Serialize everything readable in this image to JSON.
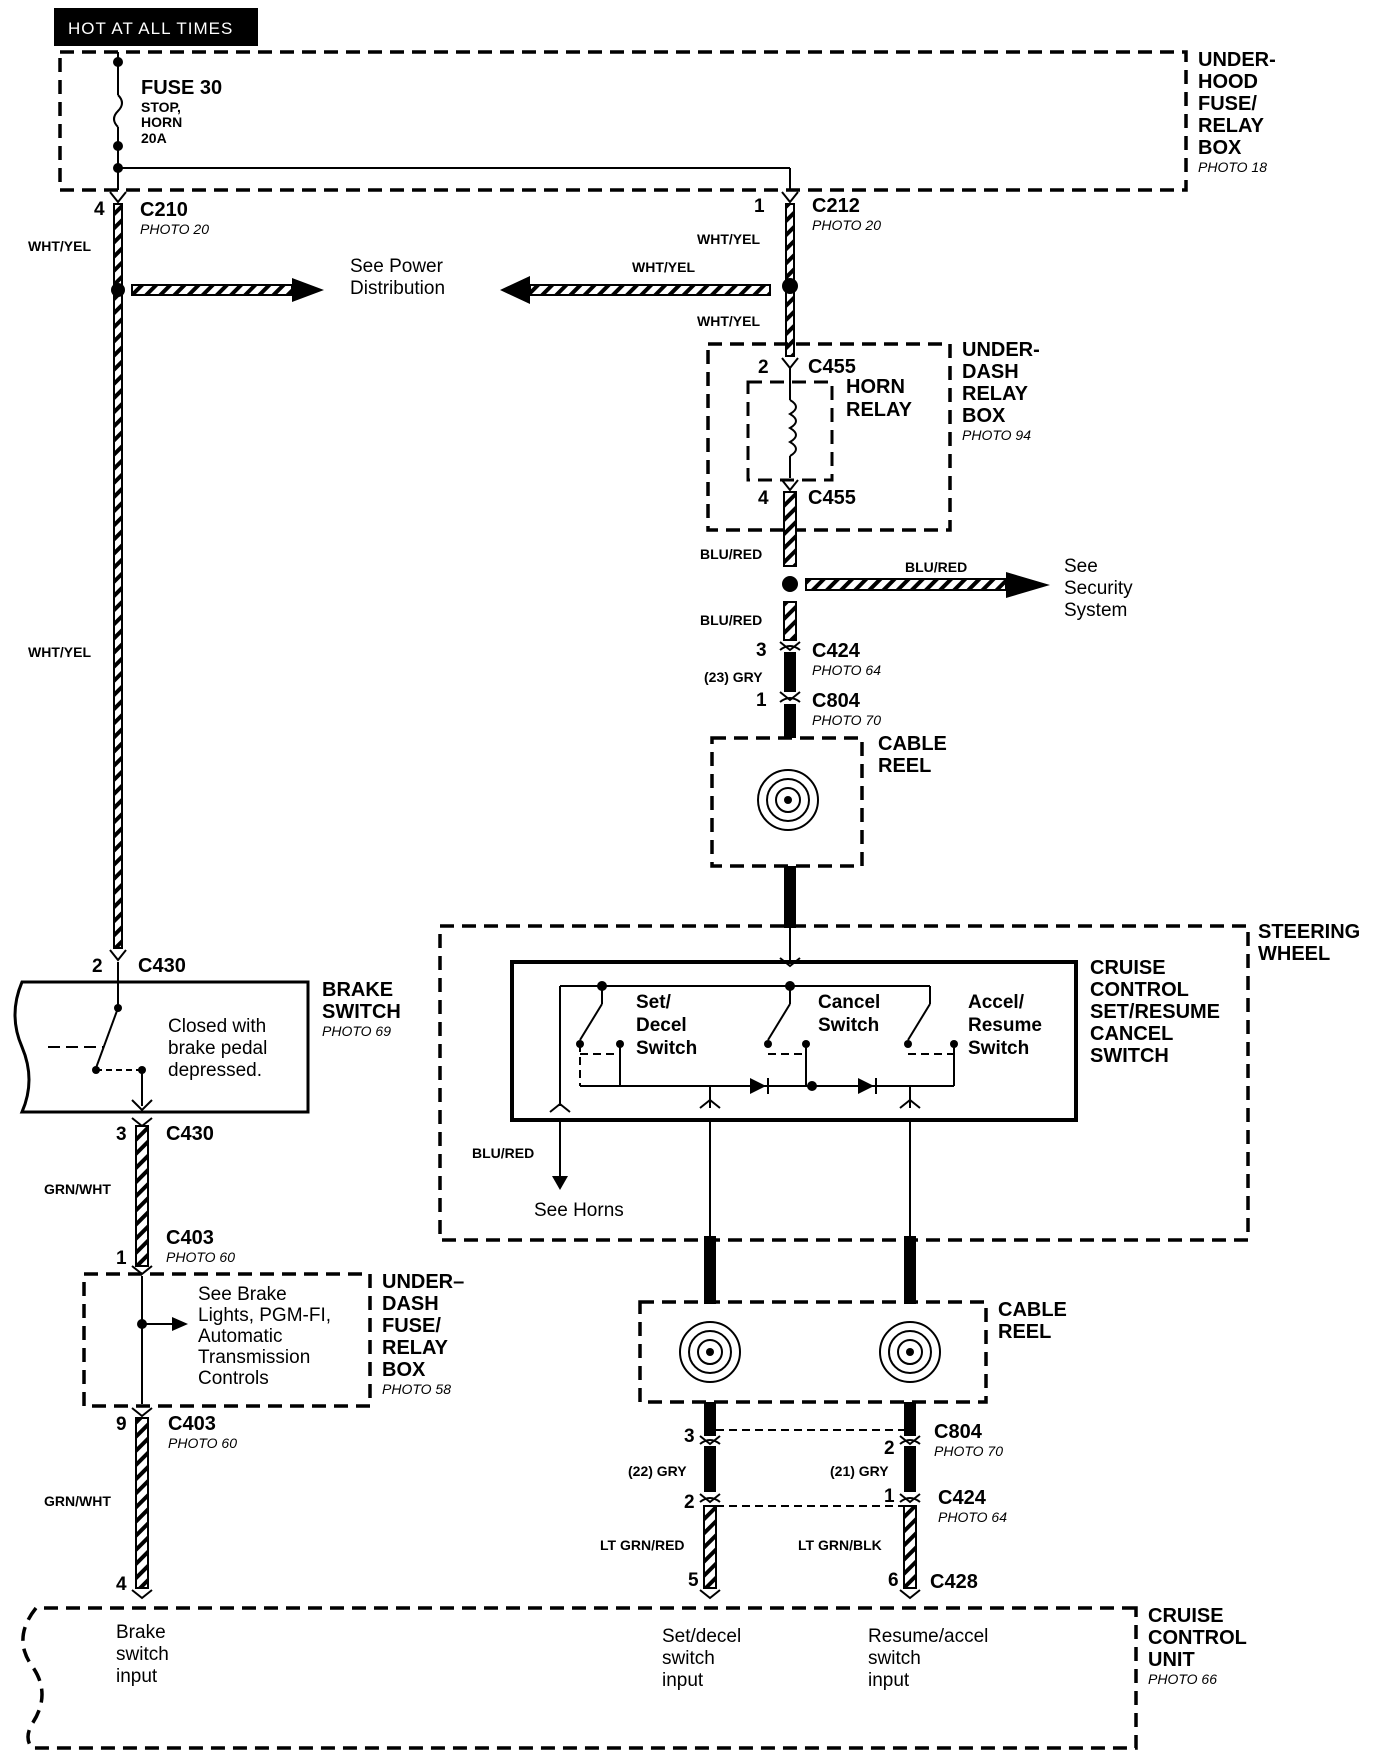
{
  "header": {
    "hot_label": "HOT AT ALL TIMES"
  },
  "fuse": {
    "name": "FUSE 30",
    "desc1": "STOP,",
    "desc2": "HORN",
    "rating": "20A"
  },
  "underhood_box": {
    "l1": "UNDER-",
    "l2": "HOOD",
    "l3": "FUSE/",
    "l4": "RELAY",
    "l5": "BOX",
    "photo": "PHOTO 18"
  },
  "connectors": {
    "c210": {
      "pin": "4",
      "name": "C210",
      "photo": "PHOTO 20"
    },
    "c212": {
      "pin": "1",
      "name": "C212",
      "photo": "PHOTO 20"
    },
    "c455_top": {
      "pin": "2",
      "name": "C455"
    },
    "c455_bot": {
      "pin": "4",
      "name": "C455"
    },
    "c424_top": {
      "pin": "3",
      "name": "C424",
      "photo": "PHOTO 64"
    },
    "c804_top": {
      "pin": "1",
      "name": "C804",
      "photo": "PHOTO 70"
    },
    "c430_top": {
      "pin": "2",
      "name": "C430"
    },
    "c430_bot": {
      "pin": "3",
      "name": "C430"
    },
    "c403_top": {
      "pin": "1",
      "name": "C403",
      "photo": "PHOTO 60"
    },
    "c403_bot": {
      "pin": "9",
      "name": "C403",
      "photo": "PHOTO 60"
    },
    "c804_bot": {
      "pin_a": "3",
      "pin_b": "2",
      "name": "C804",
      "photo": "PHOTO 70"
    },
    "c424_bot": {
      "pin_a": "2",
      "pin_b": "1",
      "name": "C424",
      "photo": "PHOTO 64"
    },
    "c428": {
      "pin_a": "5",
      "pin_b": "6",
      "name": "C428",
      "pin_brake": "4"
    }
  },
  "wires": {
    "wht_yel": "WHT/YEL",
    "blu_red": "BLU/RED",
    "gry23": "(23) GRY",
    "grn_wht": "GRN/WHT",
    "gry22": "(22) GRY",
    "gry21": "(21) GRY",
    "lt_grn_red": "LT GRN/RED",
    "lt_grn_blk": "LT GRN/BLK"
  },
  "refs": {
    "power_l1": "See Power",
    "power_l2": "Distribution",
    "security_l1": "See",
    "security_l2": "Security",
    "security_l3": "System",
    "horns": "See Horns",
    "brake_l1": "See Brake",
    "brake_l2": "Lights, PGM-FI,",
    "brake_l3": "Automatic",
    "brake_l4": "Transmission",
    "brake_l5": "Controls"
  },
  "underdash_relay": {
    "l1": "UNDER-",
    "l2": "DASH",
    "l3": "RELAY",
    "l4": "BOX",
    "photo": "PHOTO 94"
  },
  "horn_relay": {
    "l1": "HORN",
    "l2": "RELAY"
  },
  "cable_reel": {
    "l1": "CABLE",
    "l2": "REEL"
  },
  "steering_wheel": {
    "l1": "STEERING",
    "l2": "WHEEL"
  },
  "cruise_switch": {
    "l1": "CRUISE",
    "l2": "CONTROL",
    "l3": "SET/RESUME",
    "l4": "CANCEL",
    "l5": "SWITCH"
  },
  "switches": {
    "set_l1": "Set/",
    "set_l2": "Decel",
    "set_l3": "Switch",
    "cancel_l1": "Cancel",
    "cancel_l2": "Switch",
    "accel_l1": "Accel/",
    "accel_l2": "Resume",
    "accel_l3": "Switch"
  },
  "brake_switch": {
    "l1": "BRAKE",
    "l2": "SWITCH",
    "photo": "PHOTO 69",
    "n1": "Closed with",
    "n2": "brake pedal",
    "n3": "depressed."
  },
  "underdash_fuse": {
    "l1": "UNDER–",
    "l2": "DASH",
    "l3": "FUSE/",
    "l4": "RELAY",
    "l5": "BOX",
    "photo": "PHOTO 58"
  },
  "cruise_unit": {
    "l1": "CRUISE",
    "l2": "CONTROL",
    "l3": "UNIT",
    "photo": "PHOTO 66",
    "brake_in_l1": "Brake",
    "brake_in_l2": "switch",
    "brake_in_l3": "input",
    "set_in_l1": "Set/decel",
    "set_in_l2": "switch",
    "set_in_l3": "input",
    "res_in_l1": "Resume/accel",
    "res_in_l2": "switch",
    "res_in_l3": "input"
  }
}
